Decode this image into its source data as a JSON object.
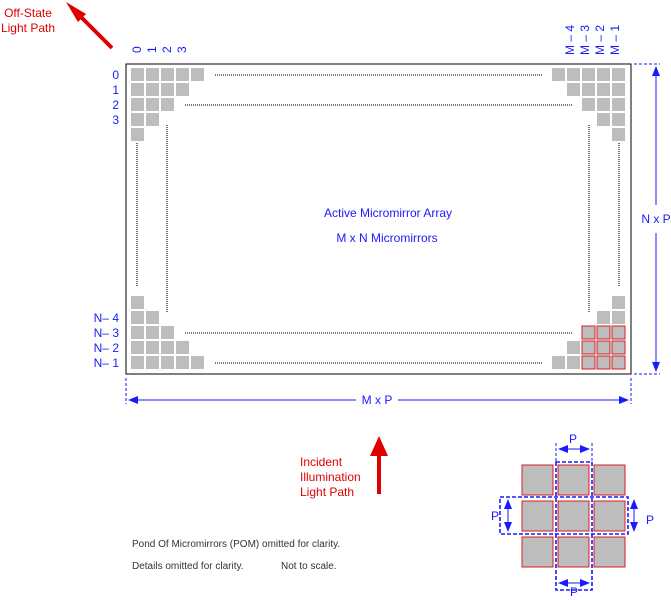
{
  "labels": {
    "off_state": [
      "Off-State",
      "Light Path"
    ],
    "incident": [
      "Incident",
      "Illumination",
      "Light Path"
    ],
    "array_title": "Active Micromirror Array",
    "array_size": "M x N  Micromirrors",
    "width_dim": "M x P",
    "height_dim": "N x P",
    "pitch": "P"
  },
  "column_labels_left": [
    "0",
    "1",
    "2",
    "3"
  ],
  "column_labels_right": [
    "M – 4",
    "M – 3",
    "M – 2",
    "M – 1"
  ],
  "row_labels_top": [
    "0",
    "1",
    "2",
    "3"
  ],
  "row_labels_bottom": [
    "N– 4",
    "N– 3",
    "N– 2",
    "N– 1"
  ],
  "notes": {
    "pom": "Pond Of Micromirrors (POM) omitted for clarity.",
    "details": "Details omitted for clarity.",
    "scale": "Not to scale."
  },
  "colors": {
    "annotation": "#1a1aff",
    "arrow": "#e00000",
    "mirror_fill": "#bdbdbd",
    "mirror_outline": "#d42020",
    "note_text": "#333333"
  }
}
